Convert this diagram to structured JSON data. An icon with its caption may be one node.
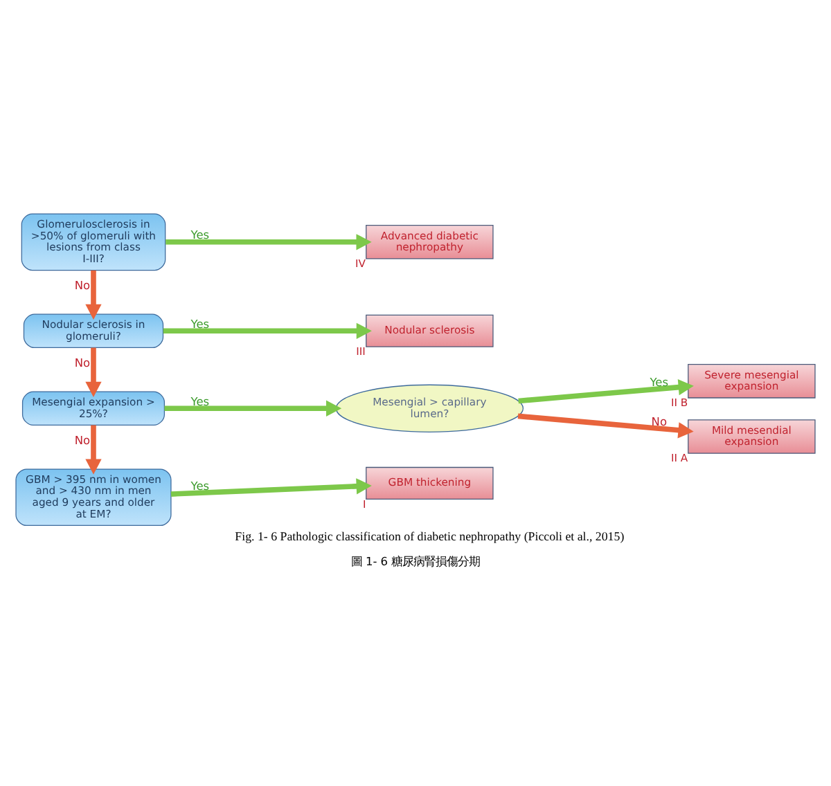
{
  "diagram": {
    "caption": "圖 1- 6 糖尿病腎損傷分期",
    "nodes": [
      {
        "text": [
          "Glomerulosclerosis in >50% of glomeruli with lesions from class I-III?"
        ]
      },
      {
        "text": [
          "Advanced diabetic nephropathy"
        ],
        "beside": [
          "IV"
        ]
      },
      {
        "text": [
          "Nodular sclerosis in glomeruli?"
        ]
      },
      {
        "text": [
          "Nodular sclerosis"
        ],
        "beside": [
          "III"
        ]
      },
      {
        "text": [
          "Mesengial expansion > 25%?"
        ]
      },
      {
        "text": [
          "Mesengial > capillary lumen?"
        ]
      },
      {
        "text": [
          "Severe mesengial expansion"
        ],
        "beside": [
          "II B"
        ]
      },
      {
        "text": [
          "Mild mesendial expansion"
        ],
        "beside": [
          "II A"
        ]
      },
      {
        "text": [
          "GBM > 395 nm in women and > 430 nm in men aged 9 years and older at EM?"
        ]
      },
      {
        "text": [
          "GBM thickening"
        ],
        "beside": [
          "I"
        ]
      }
    ],
    "edges": [
      {
        "from": 0,
        "to": 1,
        "arrow": "to",
        "label": "Yes"
      },
      {
        "from": 0,
        "to": 2,
        "arrow": "to",
        "label": "No",
        "color": "#e8643c"
      },
      {
        "from": 2,
        "to": 3,
        "arrow": "to",
        "label": "Yes"
      },
      {
        "from": 2,
        "to": 4,
        "arrow": "to",
        "label": "No",
        "color": "#e8643c"
      },
      {
        "from": 4,
        "to": 5,
        "arrow": "to",
        "label": "Yes"
      },
      {
        "from": 5,
        "to": 6,
        "arrow": "to",
        "label": "Yes"
      },
      {
        "from": 5,
        "to": 7,
        "arrow": "to",
        "label": "No",
        "color": "#e8643c"
      },
      {
        "from": 4,
        "to": 8,
        "arrow": "to",
        "label": "No",
        "color": "#e8643c"
      },
      {
        "from": 8,
        "to": 9,
        "arrow": "to",
        "label": "Yes"
      }
    ],
    "labels": [
      "Fig. 1- 6 Pathologic classification of diabetic nephropathy (Piccoli et al., 2015)"
    ]
  }
}
